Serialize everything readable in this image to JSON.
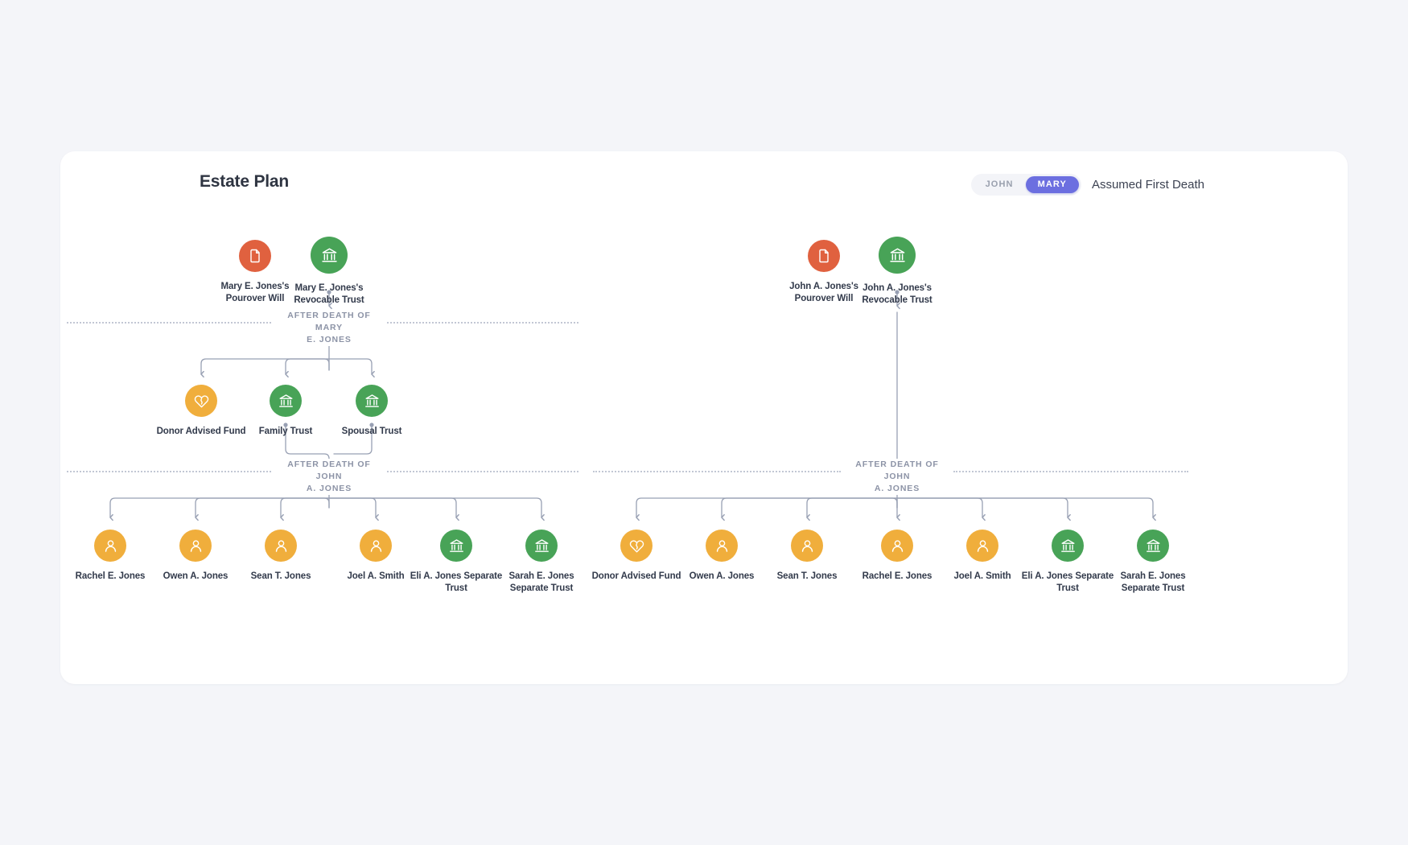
{
  "page": {
    "background_color": "#f4f5f9",
    "card_background": "#ffffff",
    "title": "Estate Plan"
  },
  "header": {
    "title": "Estate Plan",
    "toggle": {
      "options": [
        "JOHN",
        "MARY"
      ],
      "selected": "MARY",
      "active_color": "#6c6fe0",
      "label": "Assumed First Death"
    }
  },
  "legend_colors": {
    "trust_green": "#48a357",
    "will_red": "#e0613f",
    "person_amber": "#f0ae3c",
    "connector": "#98a0b3",
    "divider": "#c2c7d4"
  },
  "dividers": [
    {
      "id": "after-death-mary",
      "line1": "AFTER DEATH OF MARY",
      "line2": "E. JONES"
    },
    {
      "id": "after-death-john-left",
      "line1": "AFTER DEATH OF JOHN",
      "line2": "A. JONES"
    },
    {
      "id": "after-death-john-right",
      "line1": "AFTER DEATH OF JOHN",
      "line2": "A. JONES"
    }
  ],
  "columns": {
    "left": {
      "name": "mary-first-death-column",
      "top_nodes": [
        {
          "id": "mary-pourover-will",
          "label": "Mary E. Jones's Pourover Will",
          "icon": "document-icon",
          "color": "red"
        },
        {
          "id": "mary-revocable-trust",
          "label": "Mary E. Jones's Revocable Trust",
          "icon": "bank-icon",
          "color": "green"
        }
      ],
      "middle_nodes": [
        {
          "id": "donor-advised-fund-left",
          "label": "Donor Advised Fund",
          "icon": "charity-heart-icon",
          "color": "amber"
        },
        {
          "id": "family-trust",
          "label": "Family Trust",
          "icon": "bank-icon",
          "color": "green"
        },
        {
          "id": "spousal-trust",
          "label": "Spousal Trust",
          "icon": "bank-icon",
          "color": "green"
        }
      ],
      "bottom_nodes": [
        {
          "id": "rachel-e-jones-left",
          "label": "Rachel E. Jones",
          "icon": "person-icon",
          "color": "amber"
        },
        {
          "id": "owen-a-jones-left",
          "label": "Owen A. Jones",
          "icon": "person-icon",
          "color": "amber"
        },
        {
          "id": "sean-t-jones-left",
          "label": "Sean T. Jones",
          "icon": "person-icon",
          "color": "amber"
        },
        {
          "id": "joel-a-smith-left",
          "label": "Joel A. Smith",
          "icon": "person-icon",
          "color": "amber"
        },
        {
          "id": "eli-a-jones-separate-trust-left",
          "label": "Eli A. Jones Separate Trust",
          "icon": "bank-icon",
          "color": "green"
        },
        {
          "id": "sarah-e-jones-separate-trust-left",
          "label": "Sarah E. Jones Separate Trust",
          "icon": "bank-icon",
          "color": "green"
        }
      ]
    },
    "right": {
      "name": "john-first-death-column",
      "top_nodes": [
        {
          "id": "john-pourover-will",
          "label": "John A. Jones's Pourover Will",
          "icon": "document-icon",
          "color": "red"
        },
        {
          "id": "john-revocable-trust",
          "label": "John A. Jones's Revocable Trust",
          "icon": "bank-icon",
          "color": "green"
        }
      ],
      "bottom_nodes": [
        {
          "id": "donor-advised-fund-right",
          "label": "Donor Advised Fund",
          "icon": "charity-heart-icon",
          "color": "amber"
        },
        {
          "id": "owen-a-jones-right",
          "label": "Owen A. Jones",
          "icon": "person-icon",
          "color": "amber"
        },
        {
          "id": "sean-t-jones-right",
          "label": "Sean T. Jones",
          "icon": "person-icon",
          "color": "amber"
        },
        {
          "id": "rachel-e-jones-right",
          "label": "Rachel E. Jones",
          "icon": "person-icon",
          "color": "amber"
        },
        {
          "id": "joel-a-smith-right",
          "label": "Joel A. Smith",
          "icon": "person-icon",
          "color": "amber"
        },
        {
          "id": "eli-a-jones-separate-trust-right",
          "label": "Eli A. Jones Separate Trust",
          "icon": "bank-icon",
          "color": "green"
        },
        {
          "id": "sarah-e-jones-separate-trust-right",
          "label": "Sarah E. Jones Separate Trust",
          "icon": "bank-icon",
          "color": "green"
        }
      ]
    }
  }
}
